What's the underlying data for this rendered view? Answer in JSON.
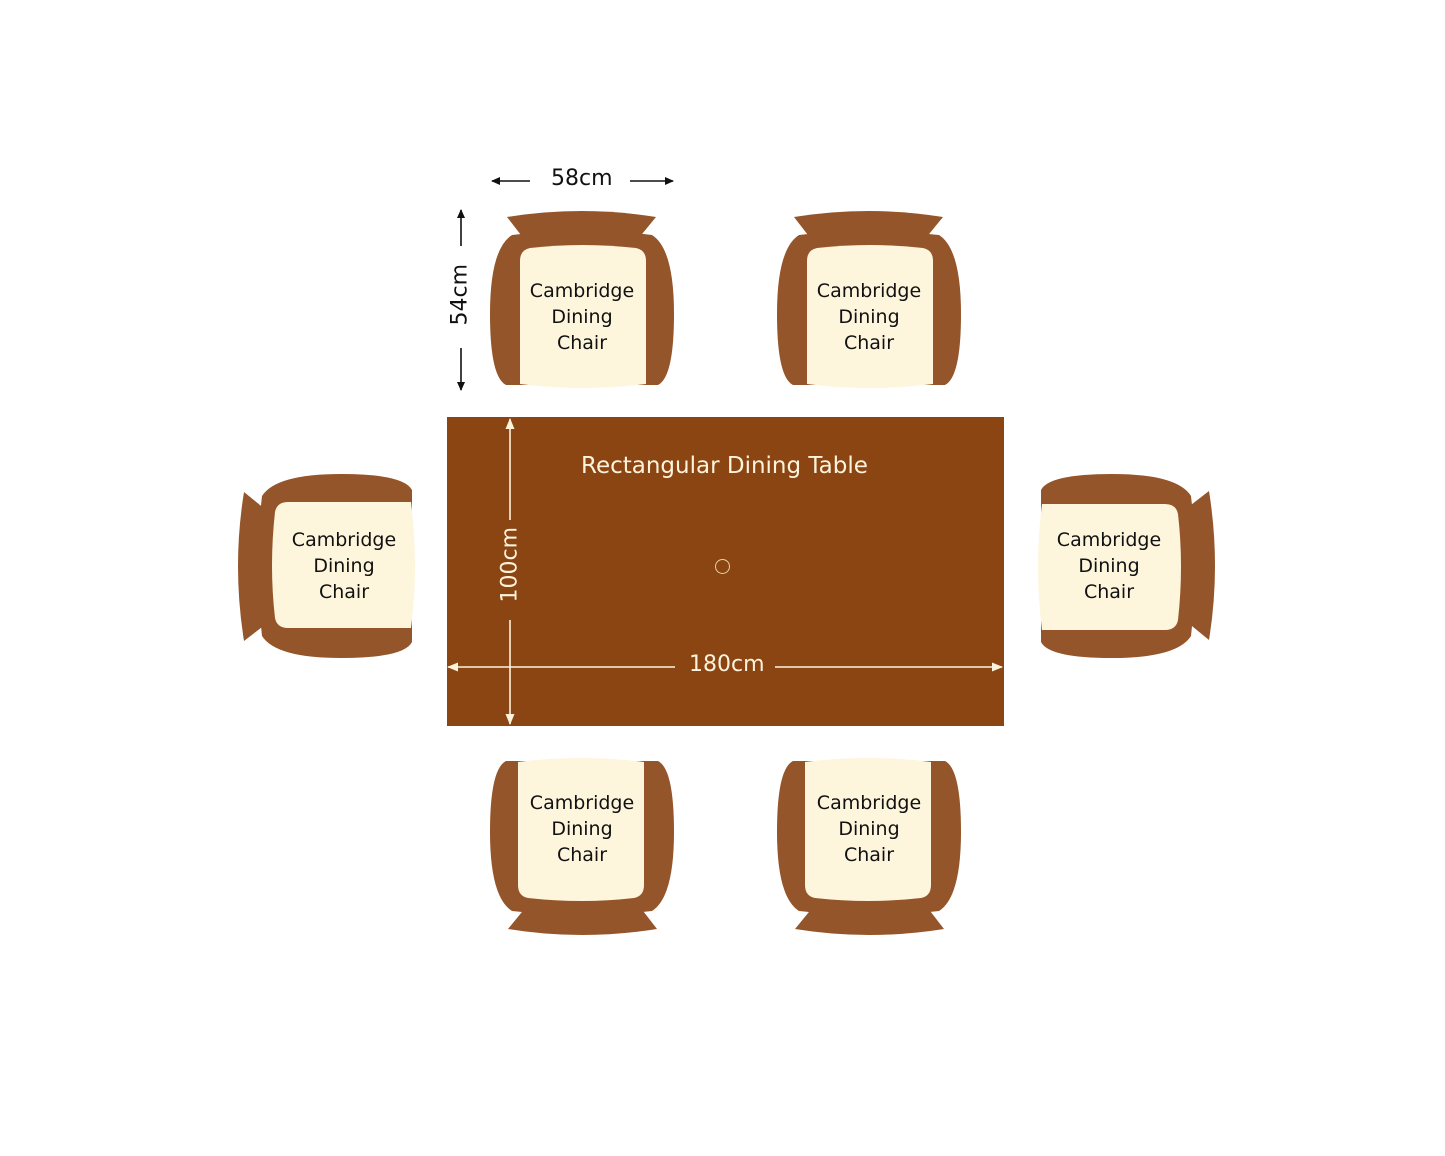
{
  "colors": {
    "chair_frame": "#94552a",
    "chair_cushion": "#fdf5dc",
    "table": "#8b4513",
    "table_text": "#fdf3dc",
    "dimension_text": "#111111"
  },
  "chair_dimensions": {
    "width_label": "58cm",
    "depth_label": "54cm"
  },
  "table": {
    "title": "Rectangular Dining Table",
    "length_label": "180cm",
    "width_label": "100cm"
  },
  "chairs": [
    {
      "position": "top-left",
      "label": "Cambridge\nDining\nChair"
    },
    {
      "position": "top-right",
      "label": "Cambridge\nDining\nChair"
    },
    {
      "position": "left",
      "label": "Cambridge\nDining\nChair"
    },
    {
      "position": "right",
      "label": "Cambridge\nDining\nChair"
    },
    {
      "position": "bottom-left",
      "label": "Cambridge\nDining\nChair"
    },
    {
      "position": "bottom-right",
      "label": "Cambridge\nDining\nChair"
    }
  ]
}
